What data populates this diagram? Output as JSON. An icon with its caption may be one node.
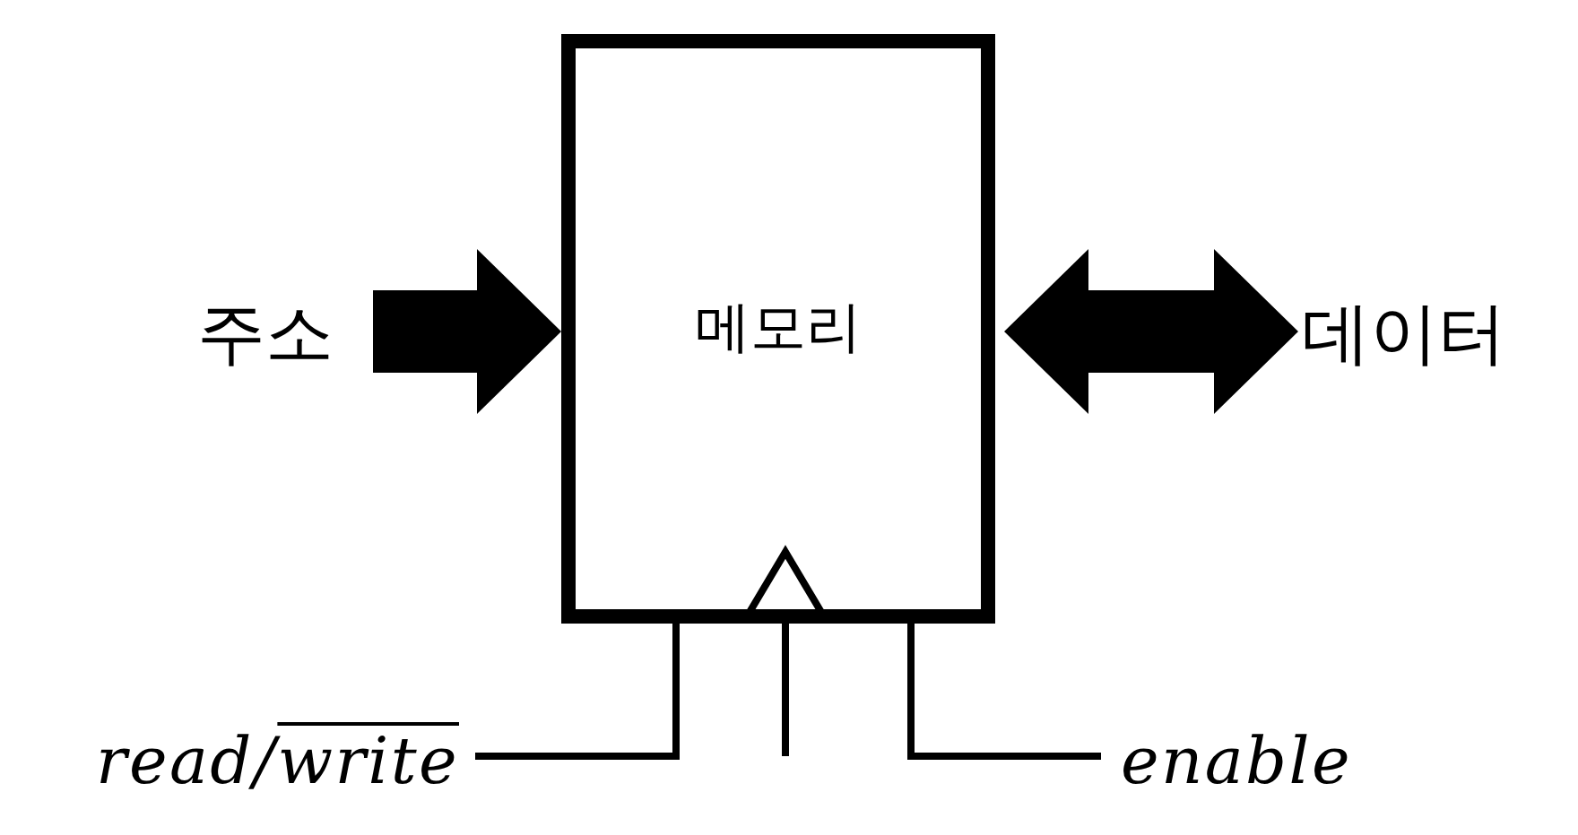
{
  "diagram": {
    "nodes": [
      {
        "text": [
          "메모리"
        ]
      },
      {
        "text": [
          "주소"
        ]
      },
      {
        "text": [
          "데이터"
        ]
      },
      {
        "text": [
          "read/write"
        ]
      },
      {
        "text": [
          "enable"
        ]
      }
    ],
    "edges": [
      {
        "from": 1,
        "to": 0,
        "arrow": "to",
        "style": "thick"
      },
      {
        "from": 0,
        "to": 2,
        "arrow": "both",
        "style": "thick"
      },
      {
        "from": 3,
        "to": 0,
        "arrow": "none"
      },
      {
        "from": 4,
        "to": 0,
        "arrow": "none"
      },
      {
        "from": null,
        "to": 0,
        "arrow": "to"
      }
    ]
  }
}
